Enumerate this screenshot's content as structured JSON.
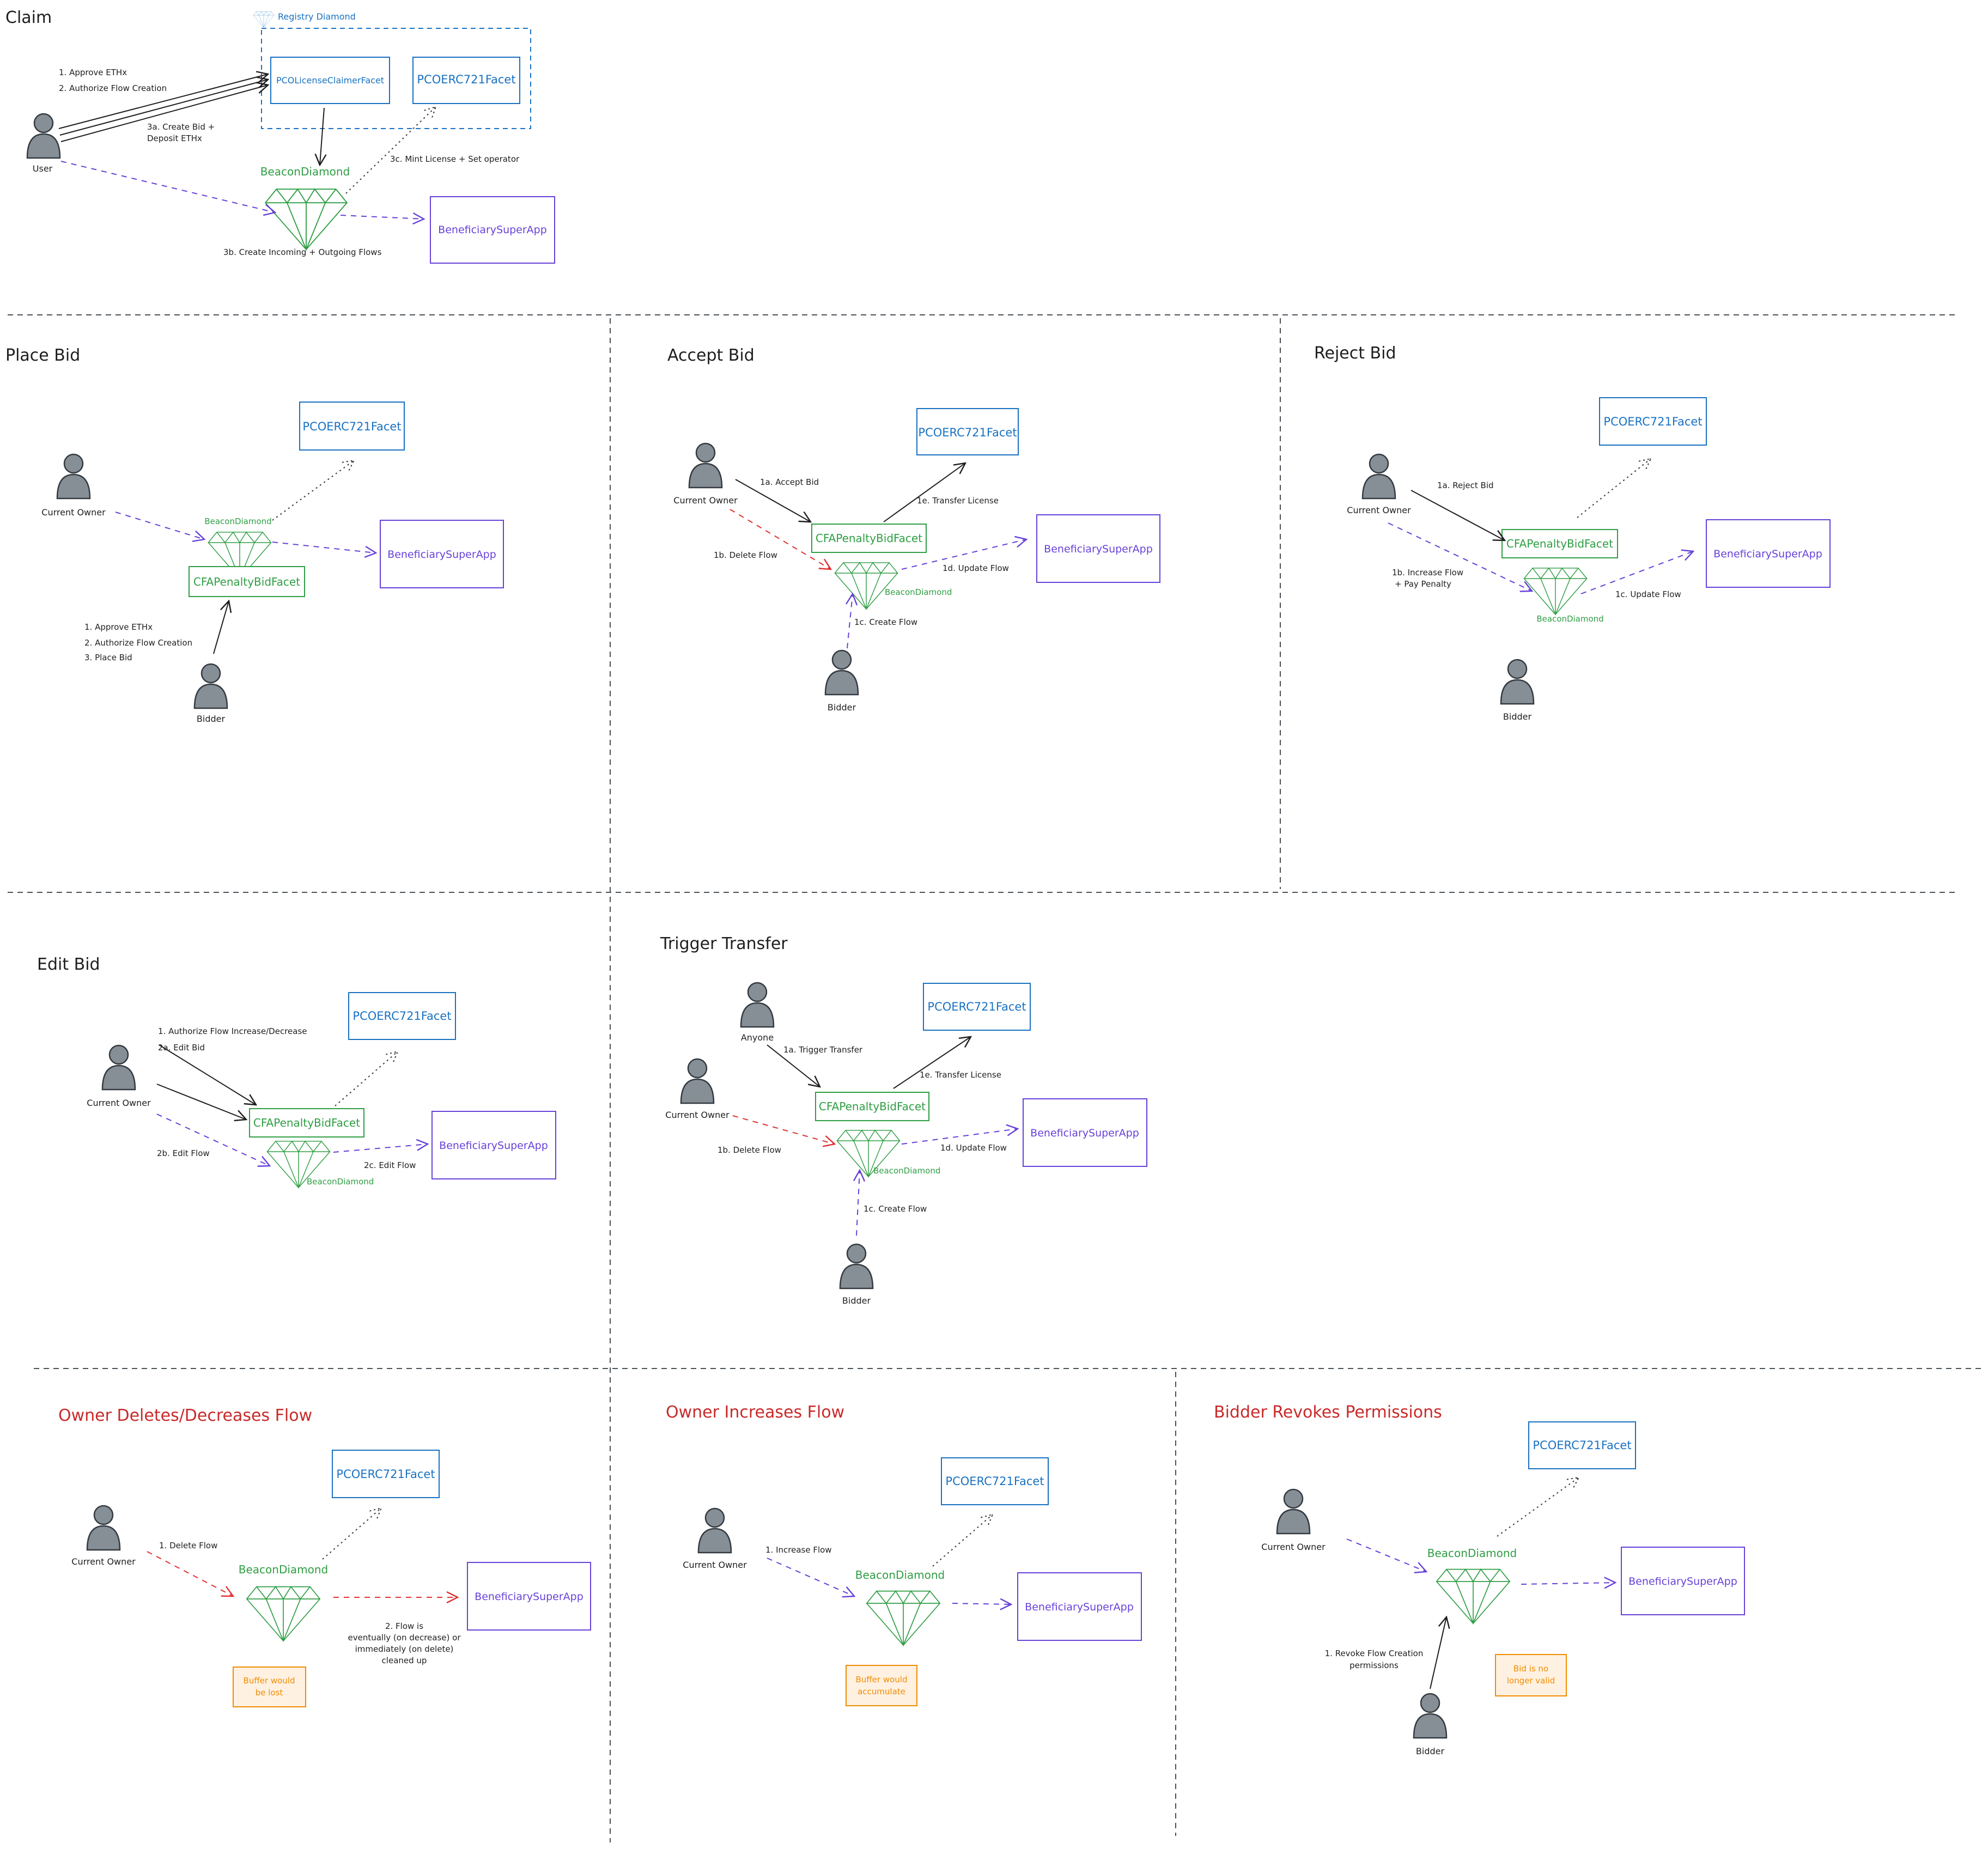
{
  "colors": {
    "text": "#1e1e1e",
    "blue": "#1971c2",
    "purple": "#6741d9",
    "green": "#2f9e44",
    "red": "#e03131",
    "red_title": "#c92a2a",
    "orange": "#f08c00",
    "person": "#868e96"
  },
  "sections": {
    "claim": {
      "title": "Claim",
      "registry_label": "Registry Diamond",
      "facet_claimer": "PCOLicenseClaimerFacet",
      "facet_erc721": "PCOERC721Facet",
      "beacon": "BeaconDiamond",
      "beneficiary": "BeneficiarySuperApp",
      "user": "User",
      "step1": "1. Approve ETHx",
      "step2": "2. Authorize Flow Creation",
      "step3a_l1": "3a. Create Bid +",
      "step3a_l2": "Deposit ETHx",
      "step3b": "3b. Create Incoming + Outgoing Flows",
      "step3c": "3c. Mint License + Set operator"
    },
    "place_bid": {
      "title": "Place Bid",
      "facet_erc721": "PCOERC721Facet",
      "beacon": "BeaconDiamond",
      "penalty": "CFAPenaltyBidFacet",
      "beneficiary": "BeneficiarySuperApp",
      "owner": "Current Owner",
      "bidder": "Bidder",
      "step1": "1. Approve ETHx",
      "step2": "2. Authorize Flow Creation",
      "step3": "3. Place Bid"
    },
    "accept_bid": {
      "title": "Accept Bid",
      "facet_erc721": "PCOERC721Facet",
      "penalty": "CFAPenaltyBidFacet",
      "beacon": "BeaconDiamond",
      "beneficiary": "BeneficiarySuperApp",
      "owner": "Current Owner",
      "bidder": "Bidder",
      "step1a": "1a. Accept Bid",
      "step1b": "1b. Delete Flow",
      "step1c": "1c. Create Flow",
      "step1d": "1d. Update Flow",
      "step1e": "1e. Transfer License"
    },
    "reject_bid": {
      "title": "Reject Bid",
      "facet_erc721": "PCOERC721Facet",
      "penalty": "CFAPenaltyBidFacet",
      "beacon": "BeaconDiamond",
      "beneficiary": "BeneficiarySuperApp",
      "owner": "Current Owner",
      "bidder": "Bidder",
      "step1a": "1a. Reject Bid",
      "step1b_l1": "1b. Increase Flow",
      "step1b_l2": "+ Pay Penalty",
      "step1c": "1c. Update Flow"
    },
    "edit_bid": {
      "title": "Edit Bid",
      "facet_erc721": "PCOERC721Facet",
      "penalty": "CFAPenaltyBidFacet",
      "beacon": "BeaconDiamond",
      "beneficiary": "BeneficiarySuperApp",
      "owner": "Current Owner",
      "step1": "1. Authorize Flow Increase/Decrease",
      "step2a": "2a. Edit Bid",
      "step2b": "2b. Edit Flow",
      "step2c": "2c. Edit Flow"
    },
    "trigger_transfer": {
      "title": "Trigger Transfer",
      "facet_erc721": "PCOERC721Facet",
      "penalty": "CFAPenaltyBidFacet",
      "beacon": "BeaconDiamond",
      "beneficiary": "BeneficiarySuperApp",
      "anyone": "Anyone",
      "owner": "Current Owner",
      "bidder": "Bidder",
      "step1a": "1a. Trigger Transfer",
      "step1b": "1b. Delete Flow",
      "step1c": "1c. Create Flow",
      "step1d": "1d. Update Flow",
      "step1e": "1e. Transfer License"
    },
    "owner_deletes": {
      "title": "Owner Deletes/Decreases Flow",
      "facet_erc721": "PCOERC721Facet",
      "beacon": "BeaconDiamond",
      "beneficiary": "BeneficiarySuperApp",
      "owner": "Current Owner",
      "step1": "1. Delete Flow",
      "step2_l1": "2. Flow is",
      "step2_l2": "eventually (on decrease) or",
      "step2_l3": "immediately (on delete)",
      "step2_l4": "cleaned up",
      "note_l1": "Buffer would",
      "note_l2": "be lost"
    },
    "owner_increases": {
      "title": "Owner Increases Flow",
      "facet_erc721": "PCOERC721Facet",
      "beacon": "BeaconDiamond",
      "beneficiary": "BeneficiarySuperApp",
      "owner": "Current Owner",
      "step1": "1. Increase Flow",
      "note_l1": "Buffer would",
      "note_l2": "accumulate"
    },
    "bidder_revokes": {
      "title": "Bidder Revokes Permissions",
      "facet_erc721": "PCOERC721Facet",
      "beacon": "BeaconDiamond",
      "beneficiary": "BeneficiarySuperApp",
      "owner": "Current Owner",
      "bidder": "Bidder",
      "step1_l1": "1. Revoke Flow Creation",
      "step1_l2": "permissions",
      "note_l1": "Bid is no",
      "note_l2": "longer valid"
    }
  }
}
